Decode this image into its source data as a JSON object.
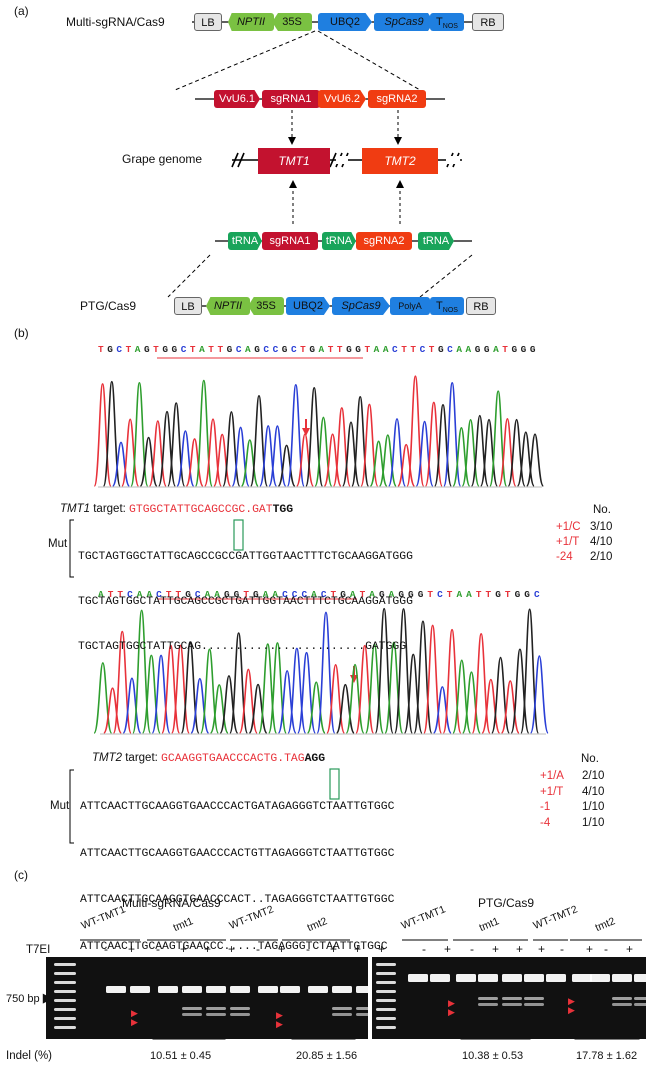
{
  "panels": {
    "a": "(a)",
    "b": "(b)",
    "c": "(c)"
  },
  "panel_a": {
    "multi_label": "Multi-sgRNA/Cas9",
    "ptg_label": "PTG/Cas9",
    "genome_label": "Grape genome",
    "construct1": [
      "LB",
      "NPTII",
      "35S",
      "UBQ2",
      "SpCas9",
      "T",
      "NOS",
      "RB"
    ],
    "cassette1": [
      "VvU6.1",
      "sgRNA1",
      "VvU6.2",
      "sgRNA2"
    ],
    "genes": [
      "TMT1",
      "TMT2"
    ],
    "cassette2": [
      "tRNA",
      "sgRNA1",
      "tRNA",
      "sgRNA2",
      "tRNA"
    ],
    "construct2": [
      "LB",
      "NPTII",
      "35S",
      "UBQ2",
      "SpCas9",
      "PolyA",
      "T",
      "NOS",
      "RB"
    ]
  },
  "panel_b": {
    "seq1_header": [
      "T",
      "G",
      "C",
      "T",
      "A",
      "G",
      "T",
      "G",
      "G",
      "C",
      "T",
      "A",
      "T",
      "T",
      "G",
      "C",
      "A",
      "G",
      "C",
      "C",
      "G",
      "C",
      "T",
      "G",
      "A",
      "T",
      "T",
      "G",
      "G",
      "T",
      "A",
      "A",
      "C",
      "T",
      "T",
      "C",
      "T",
      "G",
      "C",
      "A",
      "A",
      "G",
      "G",
      "A",
      "T",
      "G",
      "G",
      "G"
    ],
    "tmt1": {
      "target_label": "TMT1",
      "target_suffix": " target:",
      "target_seq": "GTGGCTATTGCAGCCGC.GAT",
      "pam": "TGG",
      "no_label": "No.",
      "mut_label": "Mut",
      "rows": [
        {
          "seq": "TGCTAGTGGCTATTGCAGCCGCCGATTGGTAACTTTCTGCAAGGATGGG",
          "indel": "+1/C",
          "count": "3/10"
        },
        {
          "seq": "TGCTAGTGGCTATTGCAGCCGCTGATTGGTAACTTTCTGCAAGGATGGG",
          "indel": "+1/T",
          "count": "4/10"
        },
        {
          "seq": "TGCTAGTGGCTATTGCAG........................GATGGG",
          "indel": "-24",
          "count": "2/10"
        }
      ]
    },
    "seq2_header": [
      "A",
      "T",
      "T",
      "C",
      "A",
      "A",
      "C",
      "T",
      "T",
      "G",
      "C",
      "A",
      "A",
      "G",
      "G",
      "T",
      "G",
      "A",
      "A",
      "C",
      "C",
      "C",
      "A",
      "C",
      "T",
      "G",
      "A",
      "T",
      "A",
      "G",
      "A",
      "G",
      "G",
      "G",
      "T",
      "C",
      "T",
      "A",
      "A",
      "T",
      "T",
      "G",
      "T",
      "G",
      "G",
      "C"
    ],
    "tmt2": {
      "target_label": "TMT2",
      "target_suffix": " target:",
      "target_seq": "GCAAGGTGAACCCACTG.TAG",
      "pam": "AGG",
      "no_label": "No.",
      "mut_label": "Mut",
      "rows": [
        {
          "seq": "ATTCAACTTGCAAGGTGAACCCACTGATAGAGGGTCTAATTGTGGC",
          "indel": "+1/A",
          "count": "2/10"
        },
        {
          "seq": "ATTCAACTTGCAAGGTGAACCCACTGTTAGAGGGTCTAATTGTGGC",
          "indel": "+1/T",
          "count": "4/10"
        },
        {
          "seq": "ATTCAACTTGCAAGGTGAACCCACT..TAGAGGGTCTAATTGTGGC",
          "indel": "-1",
          "count": "1/10"
        },
        {
          "seq": "ATTCAACTTGCAAGTGAACCC.....TAGAGGGTCTAATTGTGGC",
          "indel": "-4",
          "count": "1/10"
        }
      ]
    }
  },
  "panel_c": {
    "left_title": "Multi-sgRNA/Cas9",
    "right_title": "PTG/Cas9",
    "groups": [
      "WT-TMT1",
      "tmt1",
      "WT-TMT2",
      "tmt2"
    ],
    "t7ei_label": "T7EI",
    "left_signs": [
      "-",
      "+",
      "-",
      "+",
      "+",
      "+",
      "-",
      "+",
      "-",
      "+",
      "+",
      "+"
    ],
    "right_signs": [
      "-",
      "+",
      "-",
      "+",
      "+",
      "+",
      "-",
      "+",
      "-",
      "+",
      "+",
      "+"
    ],
    "marker_label": "750 bp",
    "indel_label": "Indel (%)",
    "indel_values": [
      "10.51 ± 0.45",
      "20.85 ± 1.56",
      "10.38 ± 0.53",
      "17.78 ± 1.62"
    ]
  },
  "colors": {
    "A": "#2e9e2e",
    "T": "#e8323a",
    "G": "#222222",
    "C": "#2a3fd6",
    "accent_red": "#e8323a",
    "box_green": "#2a9a5a"
  }
}
